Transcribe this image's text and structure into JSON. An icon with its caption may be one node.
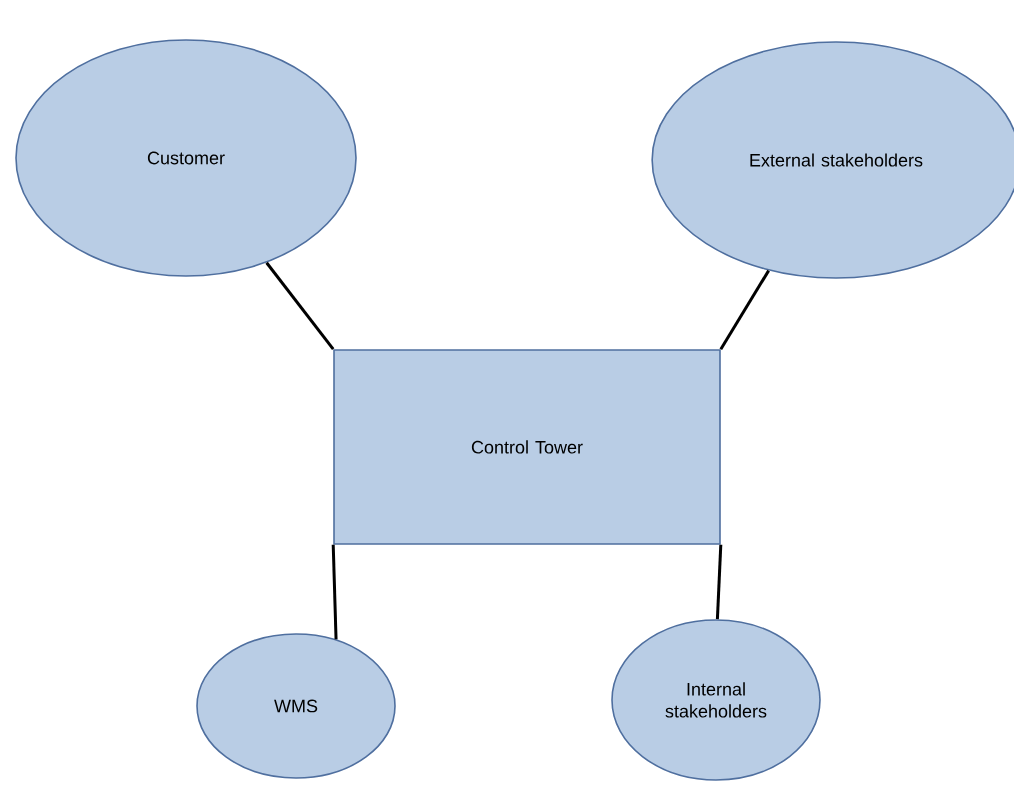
{
  "diagram": {
    "nodes": [
      {
        "text": [
          "Customer"
        ]
      },
      {
        "text": [
          "External stakeholders"
        ]
      },
      {
        "text": [
          "Control Tower"
        ]
      },
      {
        "text": [
          "WMS"
        ]
      },
      {
        "text": [
          "Internal stakeholders"
        ]
      }
    ],
    "edges": [
      {
        "from": 0,
        "to": 2,
        "arrow": "none"
      },
      {
        "from": 1,
        "to": 2,
        "arrow": "none"
      },
      {
        "from": 2,
        "to": 3,
        "arrow": "none"
      },
      {
        "from": 2,
        "to": 4,
        "arrow": "none"
      }
    ]
  }
}
